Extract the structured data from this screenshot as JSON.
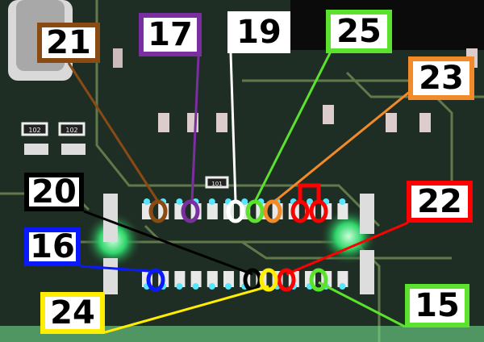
{
  "labels": [
    {
      "id": "21",
      "color": "#8a4a14"
    },
    {
      "id": "17",
      "color": "#7a2fa0"
    },
    {
      "id": "19",
      "color": "#ffffff"
    },
    {
      "id": "25",
      "color": "#5be22c"
    },
    {
      "id": "23",
      "color": "#f28a2a"
    },
    {
      "id": "20",
      "color": "#000000"
    },
    {
      "id": "22",
      "color": "#ff0000"
    },
    {
      "id": "16",
      "color": "#0a1aff"
    },
    {
      "id": "24",
      "color": "#ffee00"
    },
    {
      "id": "15",
      "color": "#5be22c"
    }
  ],
  "components": {
    "r1": "102",
    "r2": "102",
    "r3": "101"
  }
}
